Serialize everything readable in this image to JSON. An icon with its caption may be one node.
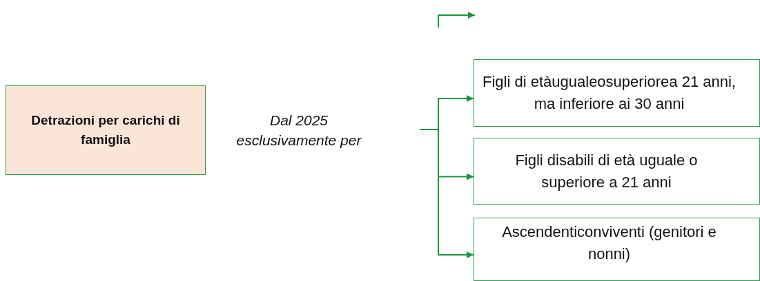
{
  "diagram": {
    "nodes": [
      {
        "text": [
          "Detrazioni per carichi di famiglia"
        ]
      },
      {
        "text": [
          "Figli di etàugualeosuperiorea 21 anni, ma inferiore ai 30 anni"
        ]
      },
      {
        "text": [
          "Figli disabili di età uguale o superiore a 21 anni"
        ]
      },
      {
        "text": [
          "Ascendenticonviventi (genitori e nonni)"
        ]
      }
    ],
    "edges": [
      {
        "from": null,
        "to": 1,
        "arrow": "to"
      },
      {
        "from": null,
        "to": 2,
        "arrow": "to"
      },
      {
        "from": null,
        "to": 3,
        "arrow": "to"
      }
    ],
    "labels": [
      "Dal 2025 esclusivamente per"
    ]
  }
}
